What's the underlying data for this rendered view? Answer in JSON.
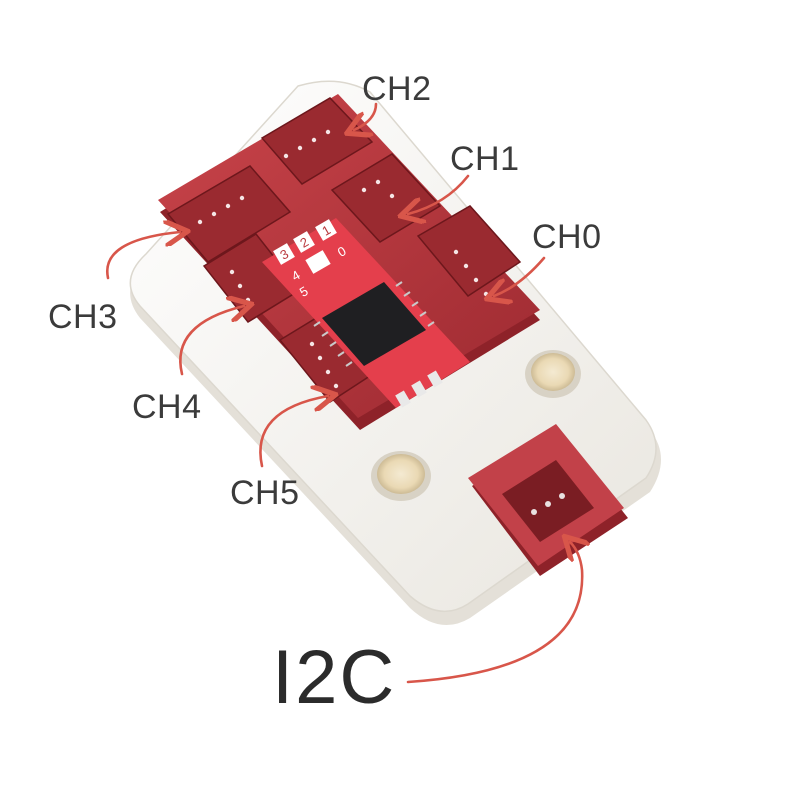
{
  "labels": {
    "ch0": "CH0",
    "ch1": "CH1",
    "ch2": "CH2",
    "ch3": "CH3",
    "ch4": "CH4",
    "ch5": "CH5",
    "i2c": "I2C"
  },
  "silkscreen": [
    "3",
    "2",
    "1",
    "4",
    "0",
    "5"
  ],
  "colors": {
    "housing": "#f3f1ec",
    "connector": "#b8383d",
    "connector_dark": "#7c1e24",
    "pcb": "#e8404d",
    "arrow": "#d8564a",
    "text": "#3b3b3b",
    "hole": "#f0e6cf"
  }
}
